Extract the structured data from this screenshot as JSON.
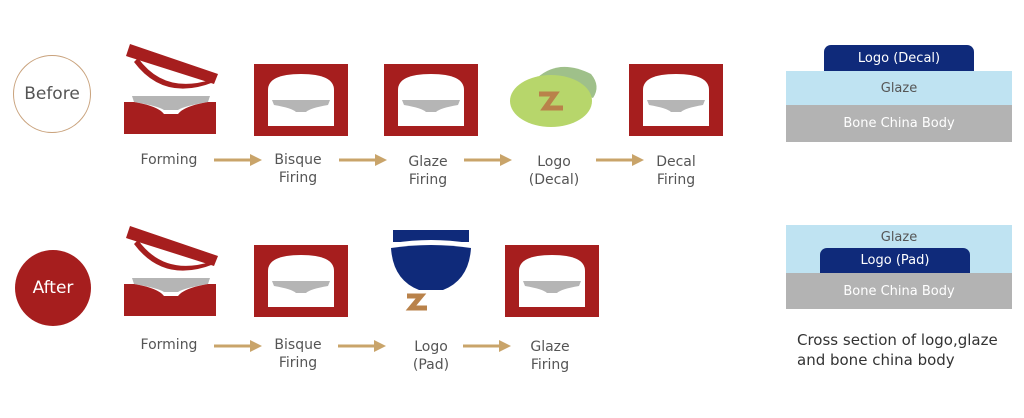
{
  "colors": {
    "kiln_red": "#a61e1e",
    "plate_gray": "#b5b5b5",
    "arrow_tan": "#c9a46a",
    "logo_navy": "#0f2a7a",
    "glaze_blue": "#bfe3f2",
    "body_gray": "#b3b3b3",
    "decal_green": "#b7d66b",
    "decal_sage": "#9fc08a",
    "logo_brown": "#b9824a"
  },
  "before": {
    "badge": "Before",
    "steps": [
      {
        "icon": "mold-press-icon",
        "label": "Forming"
      },
      {
        "icon": "kiln-icon",
        "label": "Bisque\nFiring"
      },
      {
        "icon": "kiln-icon",
        "label": "Glaze\nFiring"
      },
      {
        "icon": "decal-icon",
        "label": "Logo\n(Decal)"
      },
      {
        "icon": "kiln-icon",
        "label": "Decal\nFiring"
      }
    ]
  },
  "after": {
    "badge": "After",
    "steps": [
      {
        "icon": "mold-press-icon",
        "label": "Forming"
      },
      {
        "icon": "kiln-icon",
        "label": "Bisque\nFiring"
      },
      {
        "icon": "pad-print-icon",
        "label": "Logo\n(Pad)"
      },
      {
        "icon": "kiln-icon",
        "label": "Glaze\nFiring"
      }
    ]
  },
  "cross_section_before": {
    "logo": "Logo (Decal)",
    "glaze": "Glaze",
    "body": "Bone China Body"
  },
  "cross_section_after": {
    "glaze": "Glaze",
    "logo": "Logo (Pad)",
    "body": "Bone China Body"
  },
  "caption": "Cross section of logo,glaze\nand bone china body"
}
